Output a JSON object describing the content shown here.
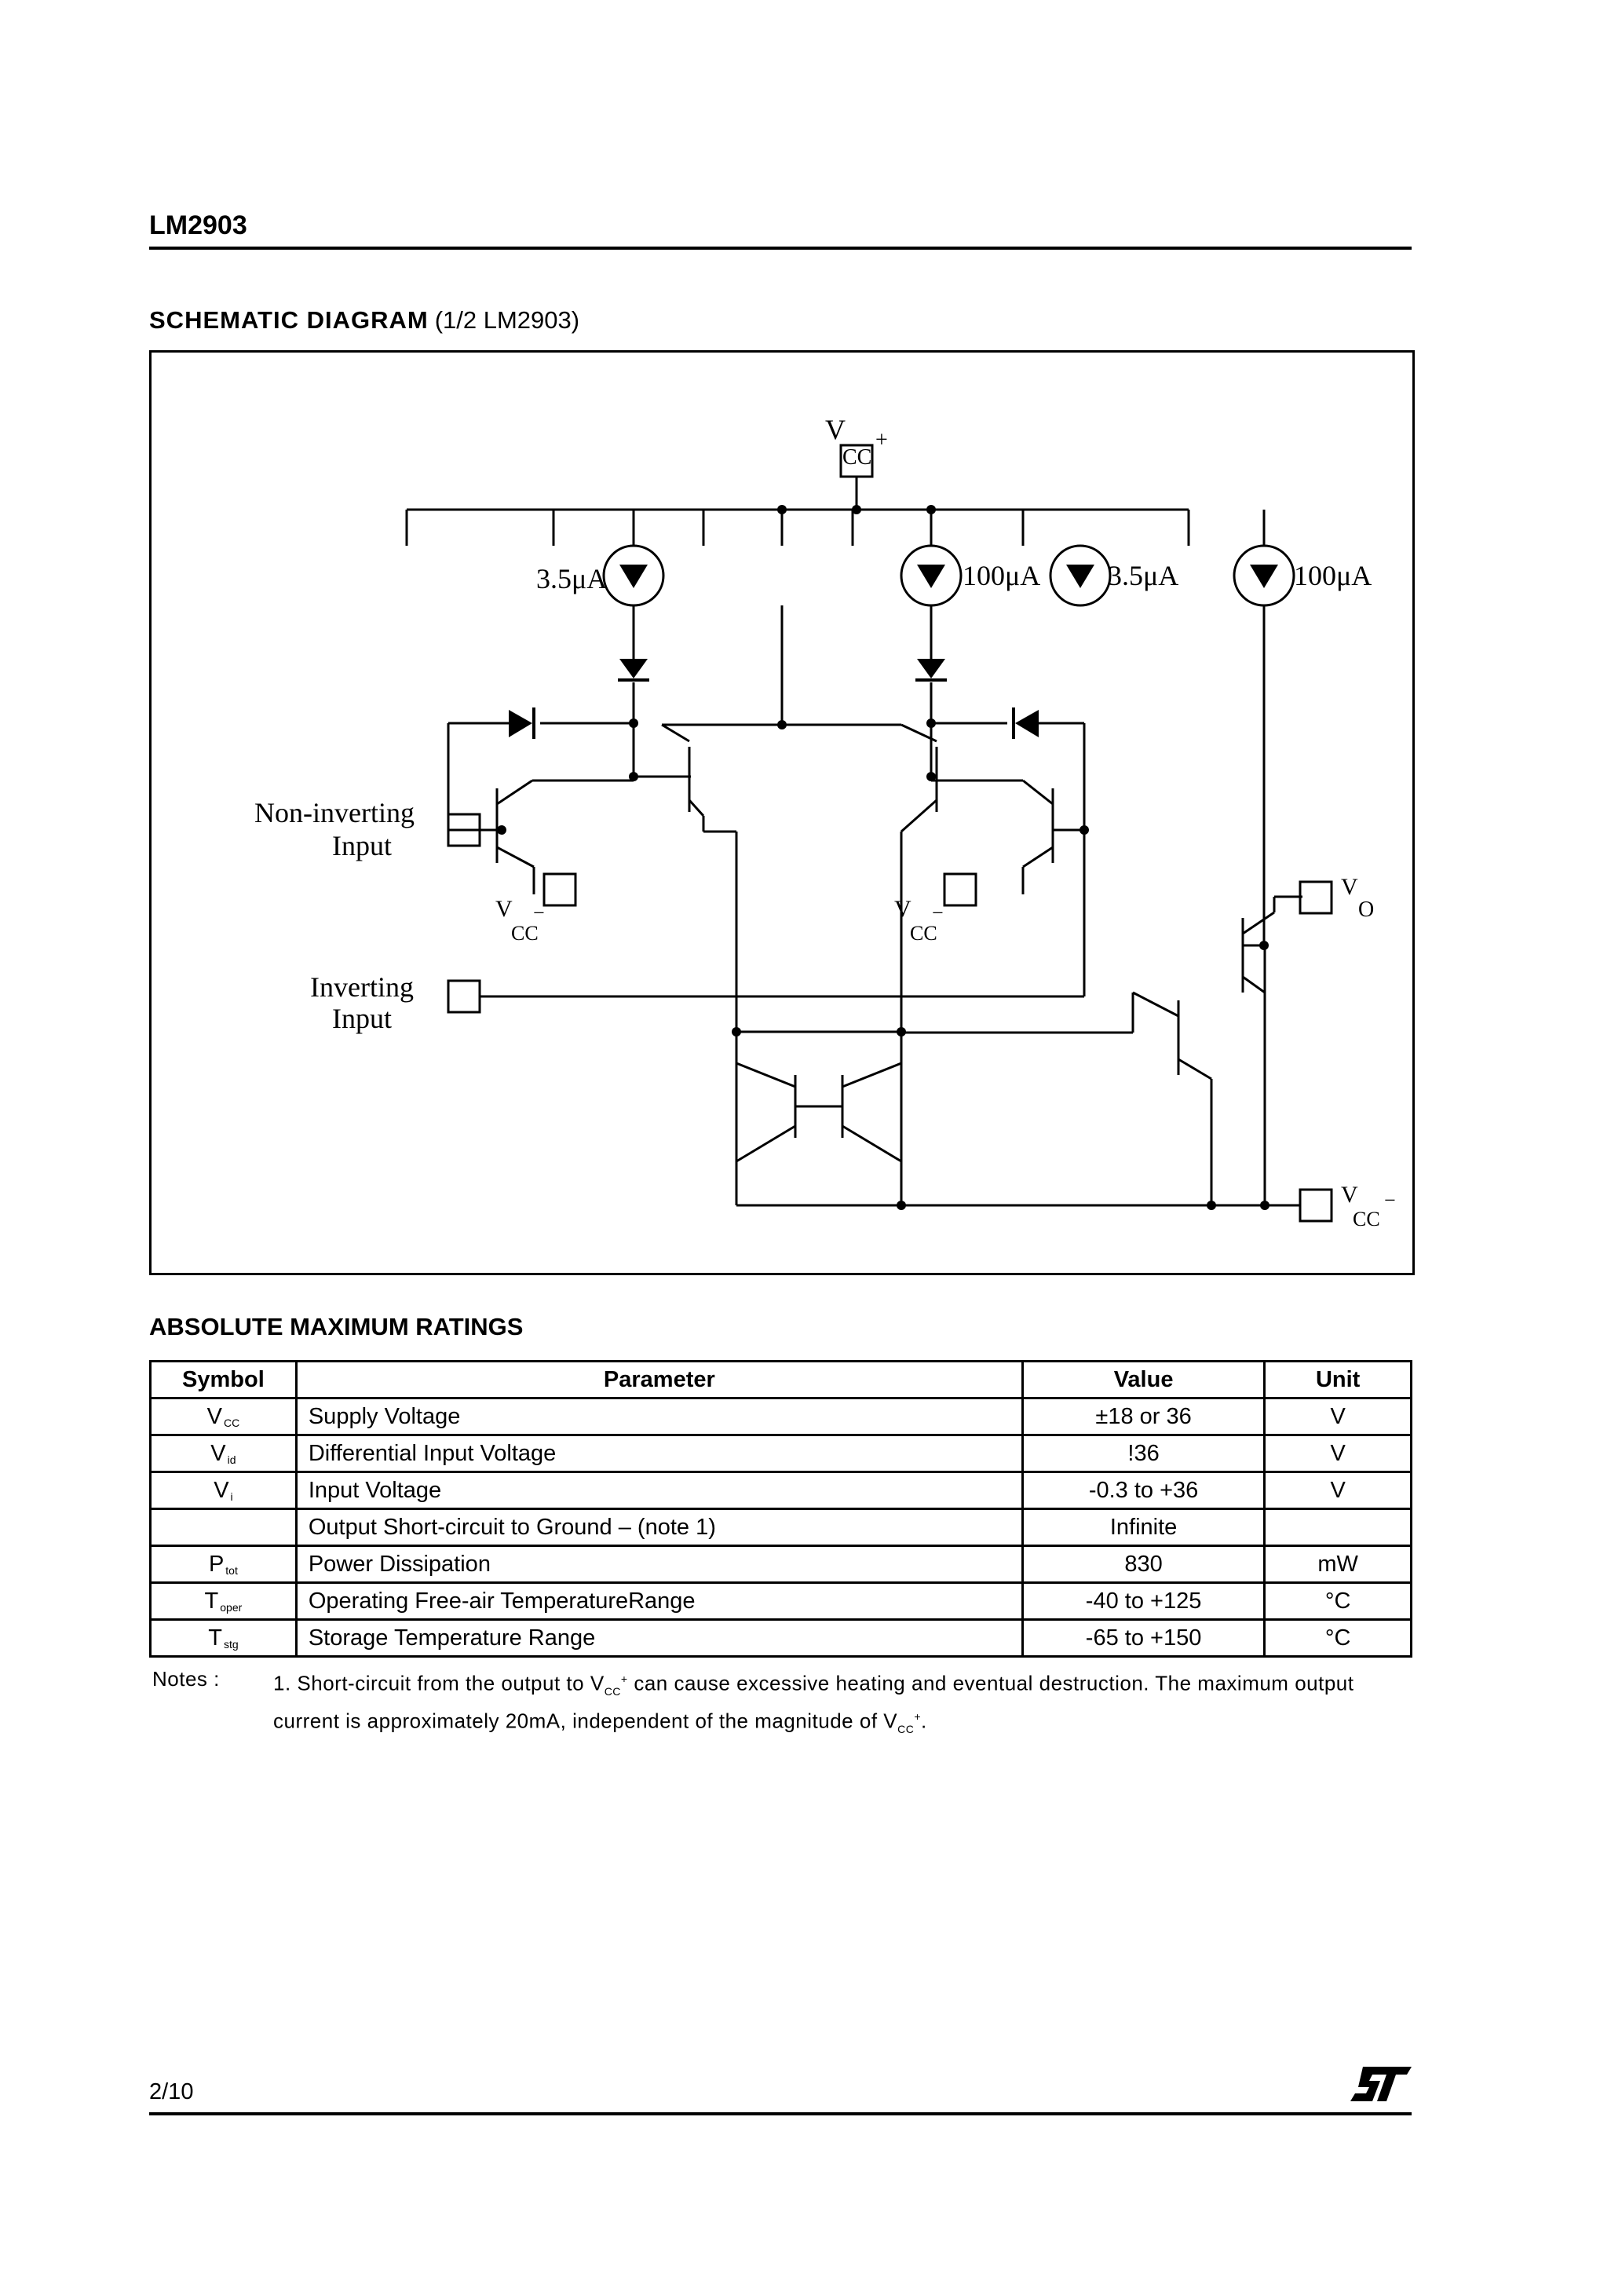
{
  "header": {
    "title": "LM2903"
  },
  "schematic": {
    "title": "SCHEMATIC DIAGRAM",
    "subtitle": "(1/2 LM2903)",
    "labels": {
      "vcc_plus_v": "V",
      "vcc_plus_cc": "CC",
      "vcc_plus_sign": "+",
      "cur1": "3.5μA",
      "cur2": "100μA",
      "cur3": "3.5μA",
      "cur4": "100μA",
      "noninv_1": "Non-inverting",
      "noninv_2": "Input",
      "inv_1": "Inverting",
      "inv_2": "Input",
      "vcc_minus_v": "V",
      "vcc_minus_cc": "CC",
      "vcc_minus_sign": "−",
      "vo_v": "V",
      "vo_o": "O"
    }
  },
  "ratings": {
    "title": "ABSOLUTE MAXIMUM RATINGS",
    "columns": {
      "symbol": "Symbol",
      "parameter": "Parameter",
      "value": "Value",
      "unit": "Unit"
    },
    "rows": [
      {
        "sym": "V",
        "sub": "CC",
        "param": "Supply Voltage",
        "value": "±18 or 36",
        "unit": "V"
      },
      {
        "sym": "V",
        "sub": "id",
        "param": "Differential Input Voltage",
        "value": "!36",
        "unit": "V"
      },
      {
        "sym": "V",
        "sub": "i",
        "param": "Input Voltage",
        "value": "-0.3 to +36",
        "unit": "V"
      },
      {
        "sym": "",
        "sub": "",
        "param": "Output Short-circuit to Ground – (note 1)",
        "value": "Infinite",
        "unit": ""
      },
      {
        "sym": "P",
        "sub": "tot",
        "param": "Power Dissipation",
        "value": "830",
        "unit": "mW"
      },
      {
        "sym": "T",
        "sub": "oper",
        "param": "Operating Free-air TemperatureRange",
        "value": "-40 to +125",
        "unit": "°C"
      },
      {
        "sym": "T",
        "sub": "stg",
        "param": "Storage Temperature Range",
        "value": "-65 to +150",
        "unit": "°C"
      }
    ],
    "notes": {
      "label": "Notes :",
      "p1": "1. Short-circuit from the output to V",
      "p1_sub": "CC",
      "p1_sup": "+",
      "p2": " can cause excessive heating and eventual destruction. The maximum output current is approximately 20mA, independent of the magnitude of V",
      "p2_sub": "CC",
      "p2_sup": "+",
      "p3": "."
    }
  },
  "footer": {
    "page": "2/10",
    "logo": "ST"
  }
}
